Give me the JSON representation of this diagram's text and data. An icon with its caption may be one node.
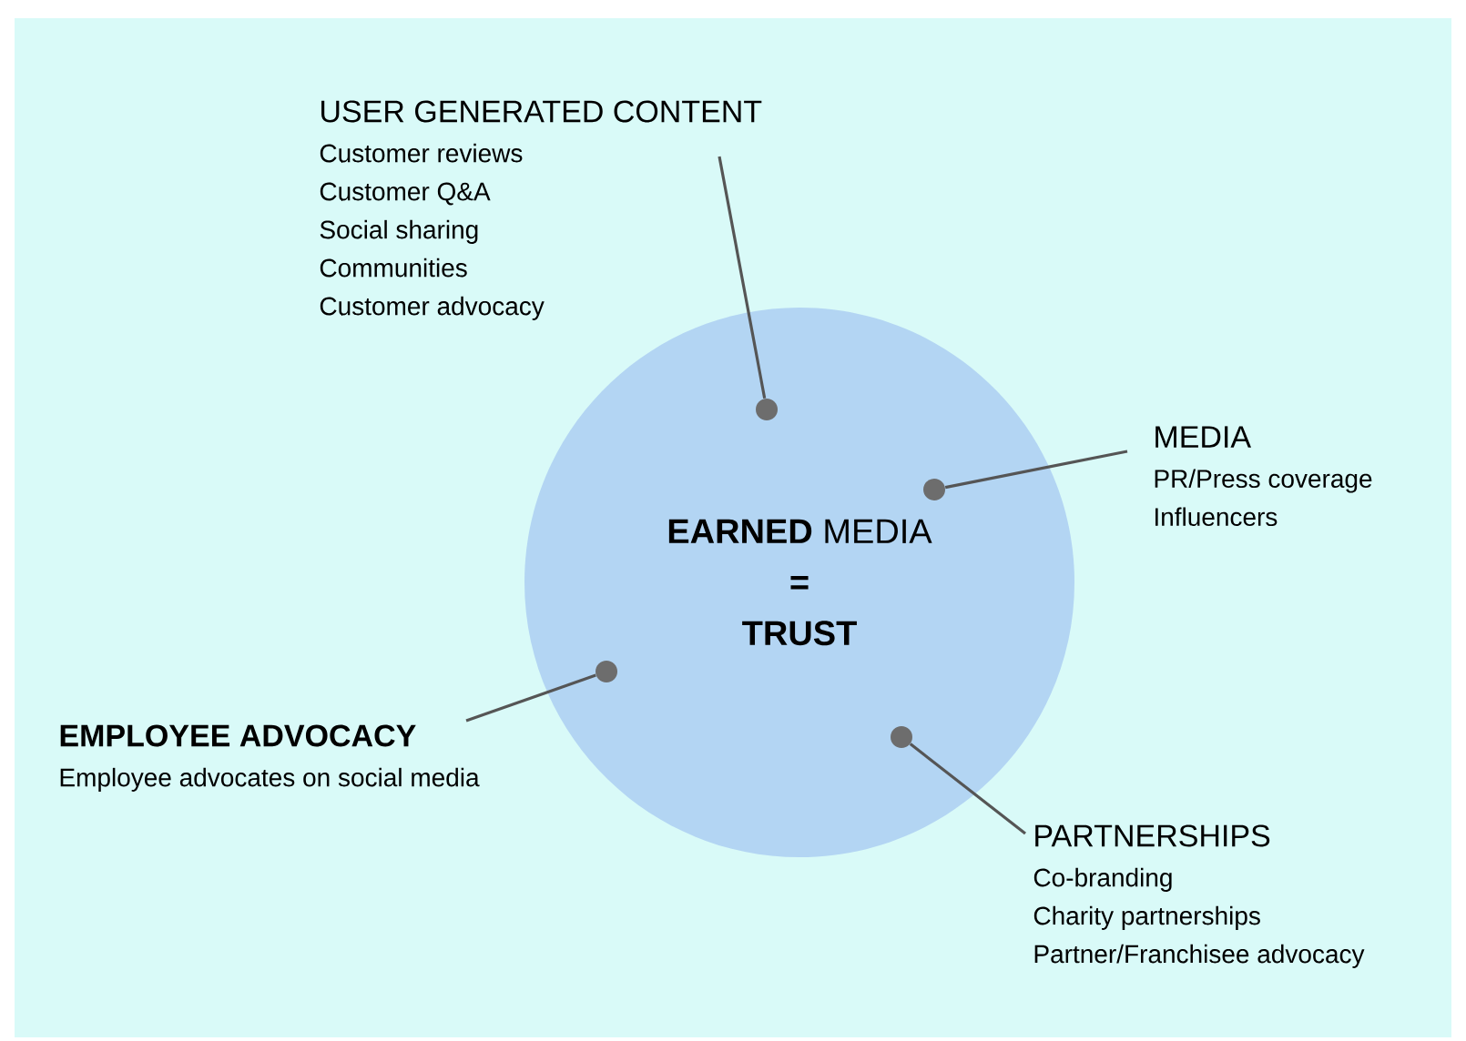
{
  "diagram": {
    "nodes": [
      {
        "text": [
          "**EARNED** MEDIA",
          "=",
          "TRUST"
        ]
      },
      {
        "text": [
          "USER GENERATED CONTENT",
          "Customer reviews",
          "Customer Q&A",
          "Social sharing",
          "Communities",
          "Customer advocacy"
        ]
      },
      {
        "text": [],
        "shape": "circle",
        "in": 0
      },
      {
        "text": [
          "MEDIA",
          "PR/Press coverage",
          "Influencers"
        ]
      },
      {
        "text": [],
        "shape": "circle",
        "in": 0
      },
      {
        "text": [
          "EMPLOYEE ADVOCACY",
          "Employee advocates on social media"
        ]
      },
      {
        "text": [],
        "shape": "circle",
        "in": 0
      },
      {
        "text": [
          "PARTNERSHIPS",
          "Co-branding",
          "Charity partnerships",
          "Partner/Franchisee advocacy"
        ]
      },
      {
        "text": [],
        "shape": "circle",
        "in": 0
      }
    ],
    "edges": [
      {
        "from": 1,
        "to": 2,
        "arrow": "none"
      },
      {
        "from": 3,
        "to": 4,
        "arrow": "none"
      },
      {
        "from": 5,
        "to": 6,
        "arrow": "none"
      },
      {
        "from": 7,
        "to": 8,
        "arrow": "none"
      }
    ]
  }
}
